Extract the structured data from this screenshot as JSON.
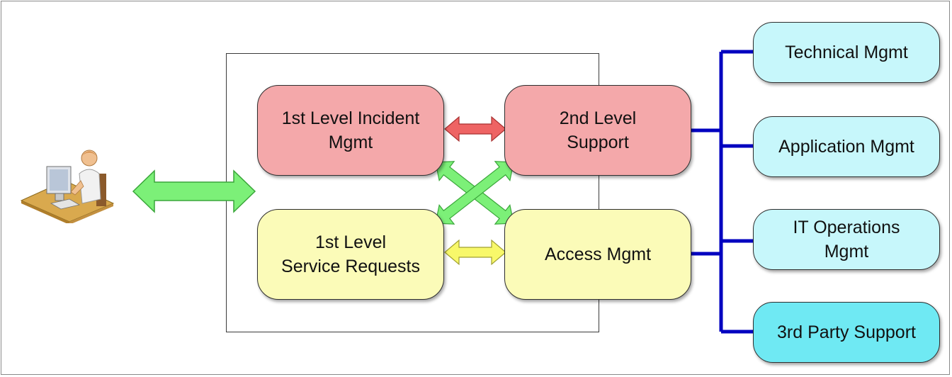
{
  "diagram": {
    "nodes": {
      "first_level_incident": "1st Level Incident\nMgmt",
      "second_level_support": "2nd Level\nSupport",
      "first_level_service": "1st Level\nService Requests",
      "access_mgmt": "Access Mgmt",
      "technical_mgmt": "Technical Mgmt",
      "application_mgmt": "Application Mgmt",
      "it_operations_mgmt": "IT Operations\nMgmt",
      "third_party_support": "3rd Party Support"
    },
    "colors": {
      "incident_fill": "#f4a8aa",
      "request_fill": "#fbfbb8",
      "group_fill": "#c7f7fb",
      "third_party_fill": "#6fe9f3",
      "connector": "#0000c0",
      "arrow_green": "#7cf078",
      "arrow_red": "#ee6464",
      "arrow_yellow": "#f8f86a"
    },
    "icons": [
      "user-at-desk-icon"
    ]
  }
}
